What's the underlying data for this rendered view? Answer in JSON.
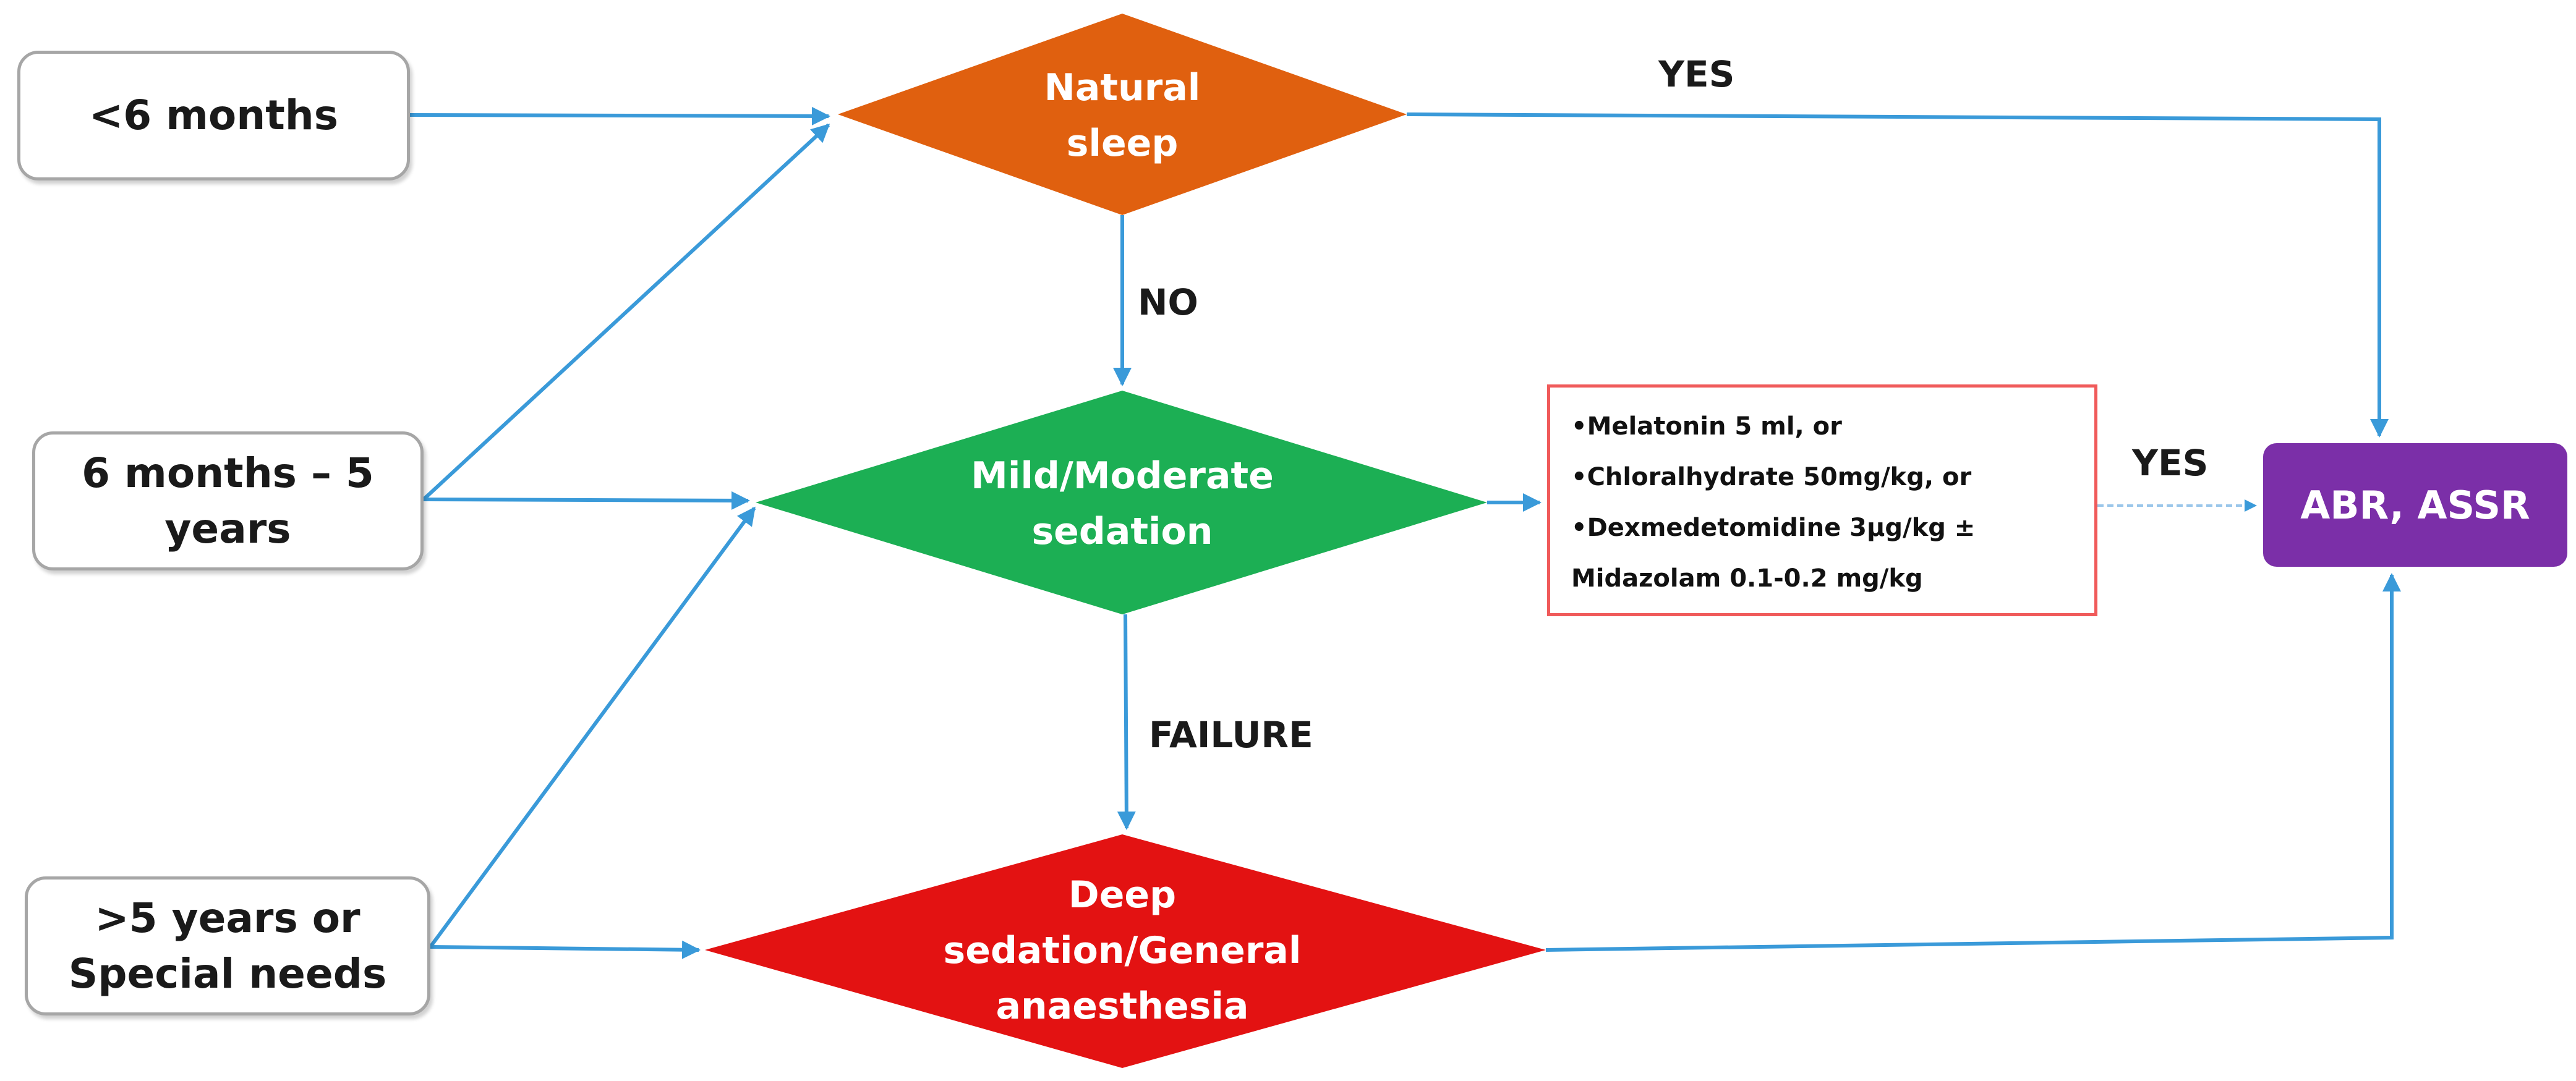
{
  "age_groups": {
    "under_6_months": "<6 months",
    "six_months_to_5_years": "6 months – 5\nyears",
    "over_5_or_special": ">5 years or\nSpecial needs"
  },
  "decisions": {
    "natural_sleep": "Natural\nsleep",
    "mild_moderate": "Mild/Moderate\nsedation",
    "deep_sedation": "Deep\nsedation/General\nanaesthesia"
  },
  "edge_labels": {
    "natural_yes": "YES",
    "natural_no": "NO",
    "sedation_failure": "FAILURE",
    "drugs_yes": "YES"
  },
  "drugs": [
    "•Melatonin 5 ml, or",
    "•Chloralhydrate 50mg/kg, or",
    "•Dexmedetomidine 3µg/kg ±",
    "Midazolam 0.1-0.2 mg/kg"
  ],
  "result": "ABR, ASSR",
  "colors": {
    "arrow": "#3a9ad9",
    "natural_sleep": "#e0600f",
    "mild_moderate": "#1caf54",
    "deep_sedation": "#e31212",
    "result": "#7b2fa8",
    "drug_border": "#f05a5a"
  }
}
